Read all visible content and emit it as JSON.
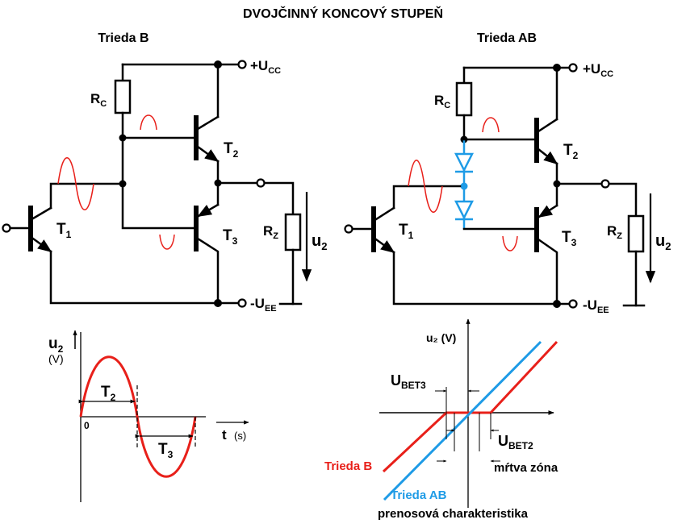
{
  "title": "DVOJČINNÝ KONCOVÝ STUPEŇ",
  "class_b": {
    "heading": "Trieda B",
    "rc": {
      "main": "R",
      "sub": "C"
    },
    "t1": {
      "main": "T",
      "sub": "1"
    },
    "t2": {
      "main": "T",
      "sub": "2"
    },
    "t3": {
      "main": "T",
      "sub": "3"
    },
    "rz": {
      "main": "R",
      "sub": "Z"
    },
    "u2": {
      "main": "u",
      "sub": "2"
    },
    "vcc": {
      "main": "+U",
      "sub": "CC"
    },
    "vee": {
      "main": "-U",
      "sub": "EE"
    }
  },
  "class_ab": {
    "heading": "Trieda AB",
    "rc": {
      "main": "R",
      "sub": "C"
    },
    "t1": {
      "main": "T",
      "sub": "1"
    },
    "t2": {
      "main": "T",
      "sub": "2"
    },
    "t3": {
      "main": "T",
      "sub": "3"
    },
    "rz": {
      "main": "R",
      "sub": "Z"
    },
    "u2": {
      "main": "u",
      "sub": "2"
    },
    "vcc": {
      "main": "+U",
      "sub": "CC"
    },
    "vee": {
      "main": "-U",
      "sub": "EE"
    }
  },
  "waveform": {
    "ylabel": {
      "main": "u",
      "sub": "2"
    },
    "yunit": "(V)",
    "xlabel": "t",
    "xunit": "(s)",
    "origin": "0",
    "t2": {
      "main": "T",
      "sub": "2"
    },
    "t3": {
      "main": "T",
      "sub": "3"
    }
  },
  "transfer": {
    "ylabel": "u₂ (V)",
    "ubet3": {
      "main": "U",
      "sub": "BET3"
    },
    "ubet2": {
      "main": "U",
      "sub": "BET2"
    },
    "dead_zone": "mŕtva zóna",
    "legend_b": "Trieda B",
    "legend_ab": "Trieda AB",
    "caption": "prenosová charakteristika"
  },
  "colors": {
    "class_b": "#e8201a",
    "class_ab": "#1e9be6"
  }
}
